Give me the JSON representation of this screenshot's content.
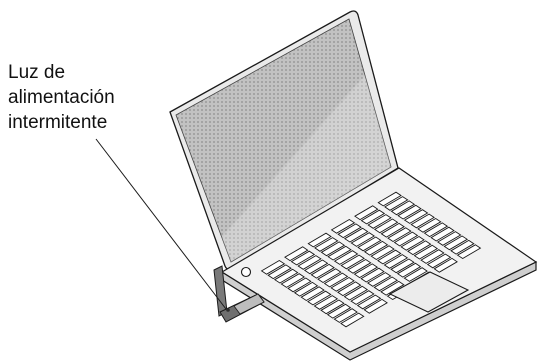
{
  "callout": {
    "lines": [
      "Luz de",
      "alimentación",
      "intermitente"
    ]
  },
  "colors": {
    "outline": "#1a1a1a",
    "screen_glass": "#b9b9b9",
    "screen_dots": "#8e8e8e",
    "body": "#f2f2f2",
    "side": "#cfcfcf",
    "key": "#ffffff",
    "adapter": "#6f6f6f"
  },
  "icons": [
    "laptop",
    "usb-wireless-adapter",
    "touchpad",
    "power-button"
  ]
}
